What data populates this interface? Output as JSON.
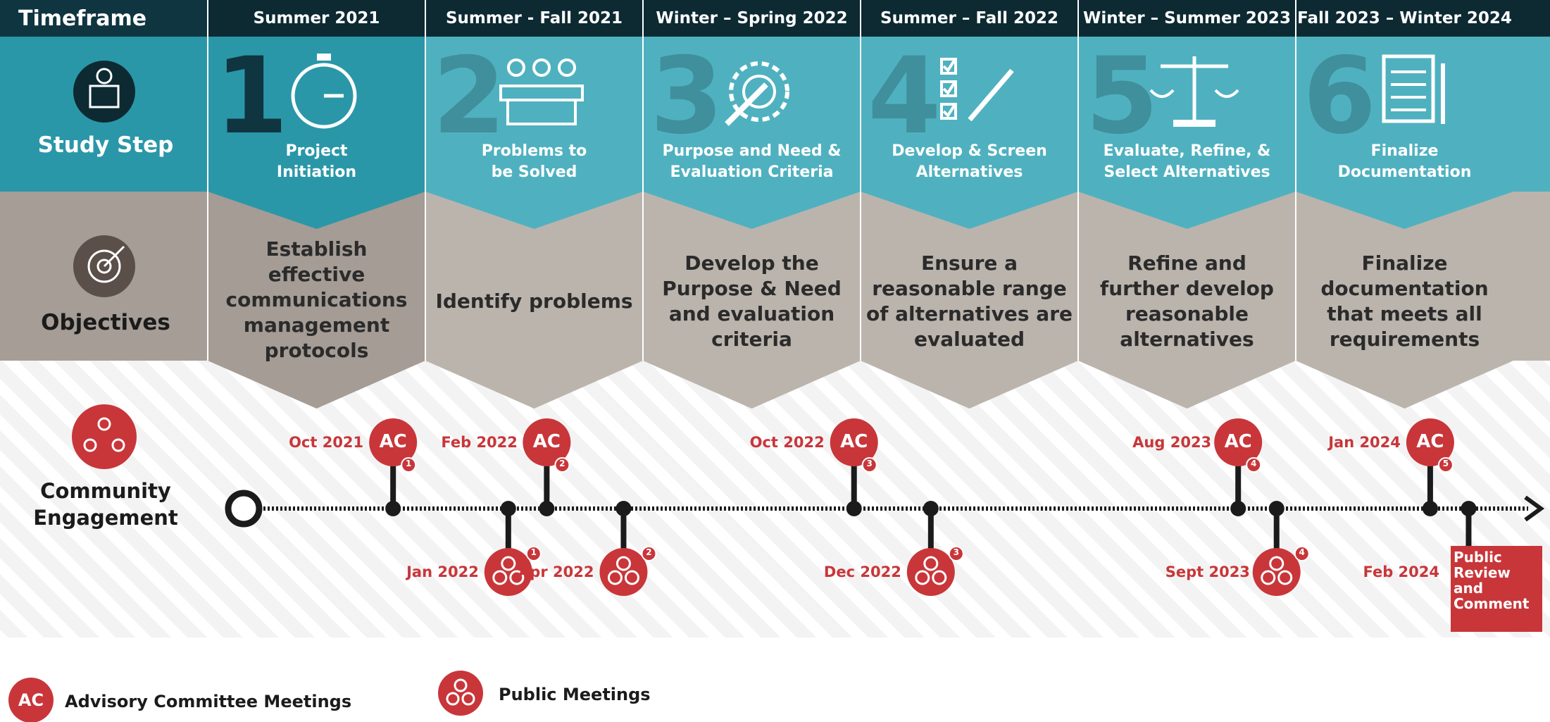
{
  "header": {
    "row_label": "Timeframe",
    "timeframes": [
      "Summer 2021",
      "Summer - Fall 2021",
      "Winter – Spring 2022",
      "Summer – Fall 2022",
      "Winter – Summer 2023",
      "Fall 2023 – Winter 2024"
    ]
  },
  "rows": {
    "study_step": "Study Step",
    "objectives": "Objectives",
    "community_engagement": [
      "Community",
      "Engagement"
    ]
  },
  "steps": [
    {
      "number": "1",
      "title": [
        "Project",
        "Initiation"
      ],
      "icon": "stopwatch-icon",
      "objective": [
        "Establish",
        "effective",
        "communications",
        "management",
        "protocols"
      ]
    },
    {
      "number": "2",
      "title": [
        "Problems to",
        "be Solved"
      ],
      "icon": "meeting-table-icon",
      "objective": [
        "Identify problems"
      ]
    },
    {
      "number": "3",
      "title": [
        "Purpose and Need &",
        "Evaluation Criteria"
      ],
      "icon": "gear-wrench-icon",
      "objective": [
        "Develop the",
        "Purpose & Need",
        "and evaluation",
        "criteria"
      ]
    },
    {
      "number": "4",
      "title": [
        "Develop & Screen",
        "Alternatives"
      ],
      "icon": "checklist-pencil-icon",
      "objective": [
        "Ensure a",
        "reasonable range",
        "of alternatives are",
        "evaluated"
      ]
    },
    {
      "number": "5",
      "title": [
        "Evaluate, Refine, &",
        "Select Alternatives"
      ],
      "icon": "scales-icon",
      "objective": [
        "Refine and",
        "further develop",
        "reasonable",
        "alternatives"
      ]
    },
    {
      "number": "6",
      "title": [
        "Finalize",
        "Documentation"
      ],
      "icon": "document-pen-icon",
      "objective": [
        "Finalize",
        "documentation",
        "that meets all",
        "requirements"
      ]
    }
  ],
  "advisory_meetings": [
    {
      "date": "Oct 2021",
      "badge": "AC",
      "num": "1"
    },
    {
      "date": "Feb 2022",
      "badge": "AC",
      "num": "2"
    },
    {
      "date": "Oct 2022",
      "badge": "AC",
      "num": "3"
    },
    {
      "date": "Aug 2023",
      "badge": "AC",
      "num": "4"
    },
    {
      "date": "Jan 2024",
      "badge": "AC",
      "num": "5"
    }
  ],
  "public_meetings": [
    {
      "date": "Jan 2022",
      "num": "1"
    },
    {
      "date": "Apr 2022",
      "num": "2"
    },
    {
      "date": "Dec 2022",
      "num": "3"
    },
    {
      "date": "Sept 2023",
      "num": "4"
    }
  ],
  "public_review": {
    "date": "Feb 2024",
    "label": [
      "Public",
      "Review",
      "and",
      "Comment"
    ]
  },
  "legend": {
    "ac_badge": "AC",
    "ac_label": "Advisory Committee Meetings",
    "public_label": "Public Meetings"
  },
  "colors": {
    "teal_dark": "#1e6f7c",
    "teal": "#2a97a8",
    "teal_light": "#4fb1bf",
    "taupe": "#a59d96",
    "taupe_light": "#bbb4ad",
    "red": "#c8363a",
    "navy": "#0d2a33",
    "dark": "#1b1b1b"
  }
}
